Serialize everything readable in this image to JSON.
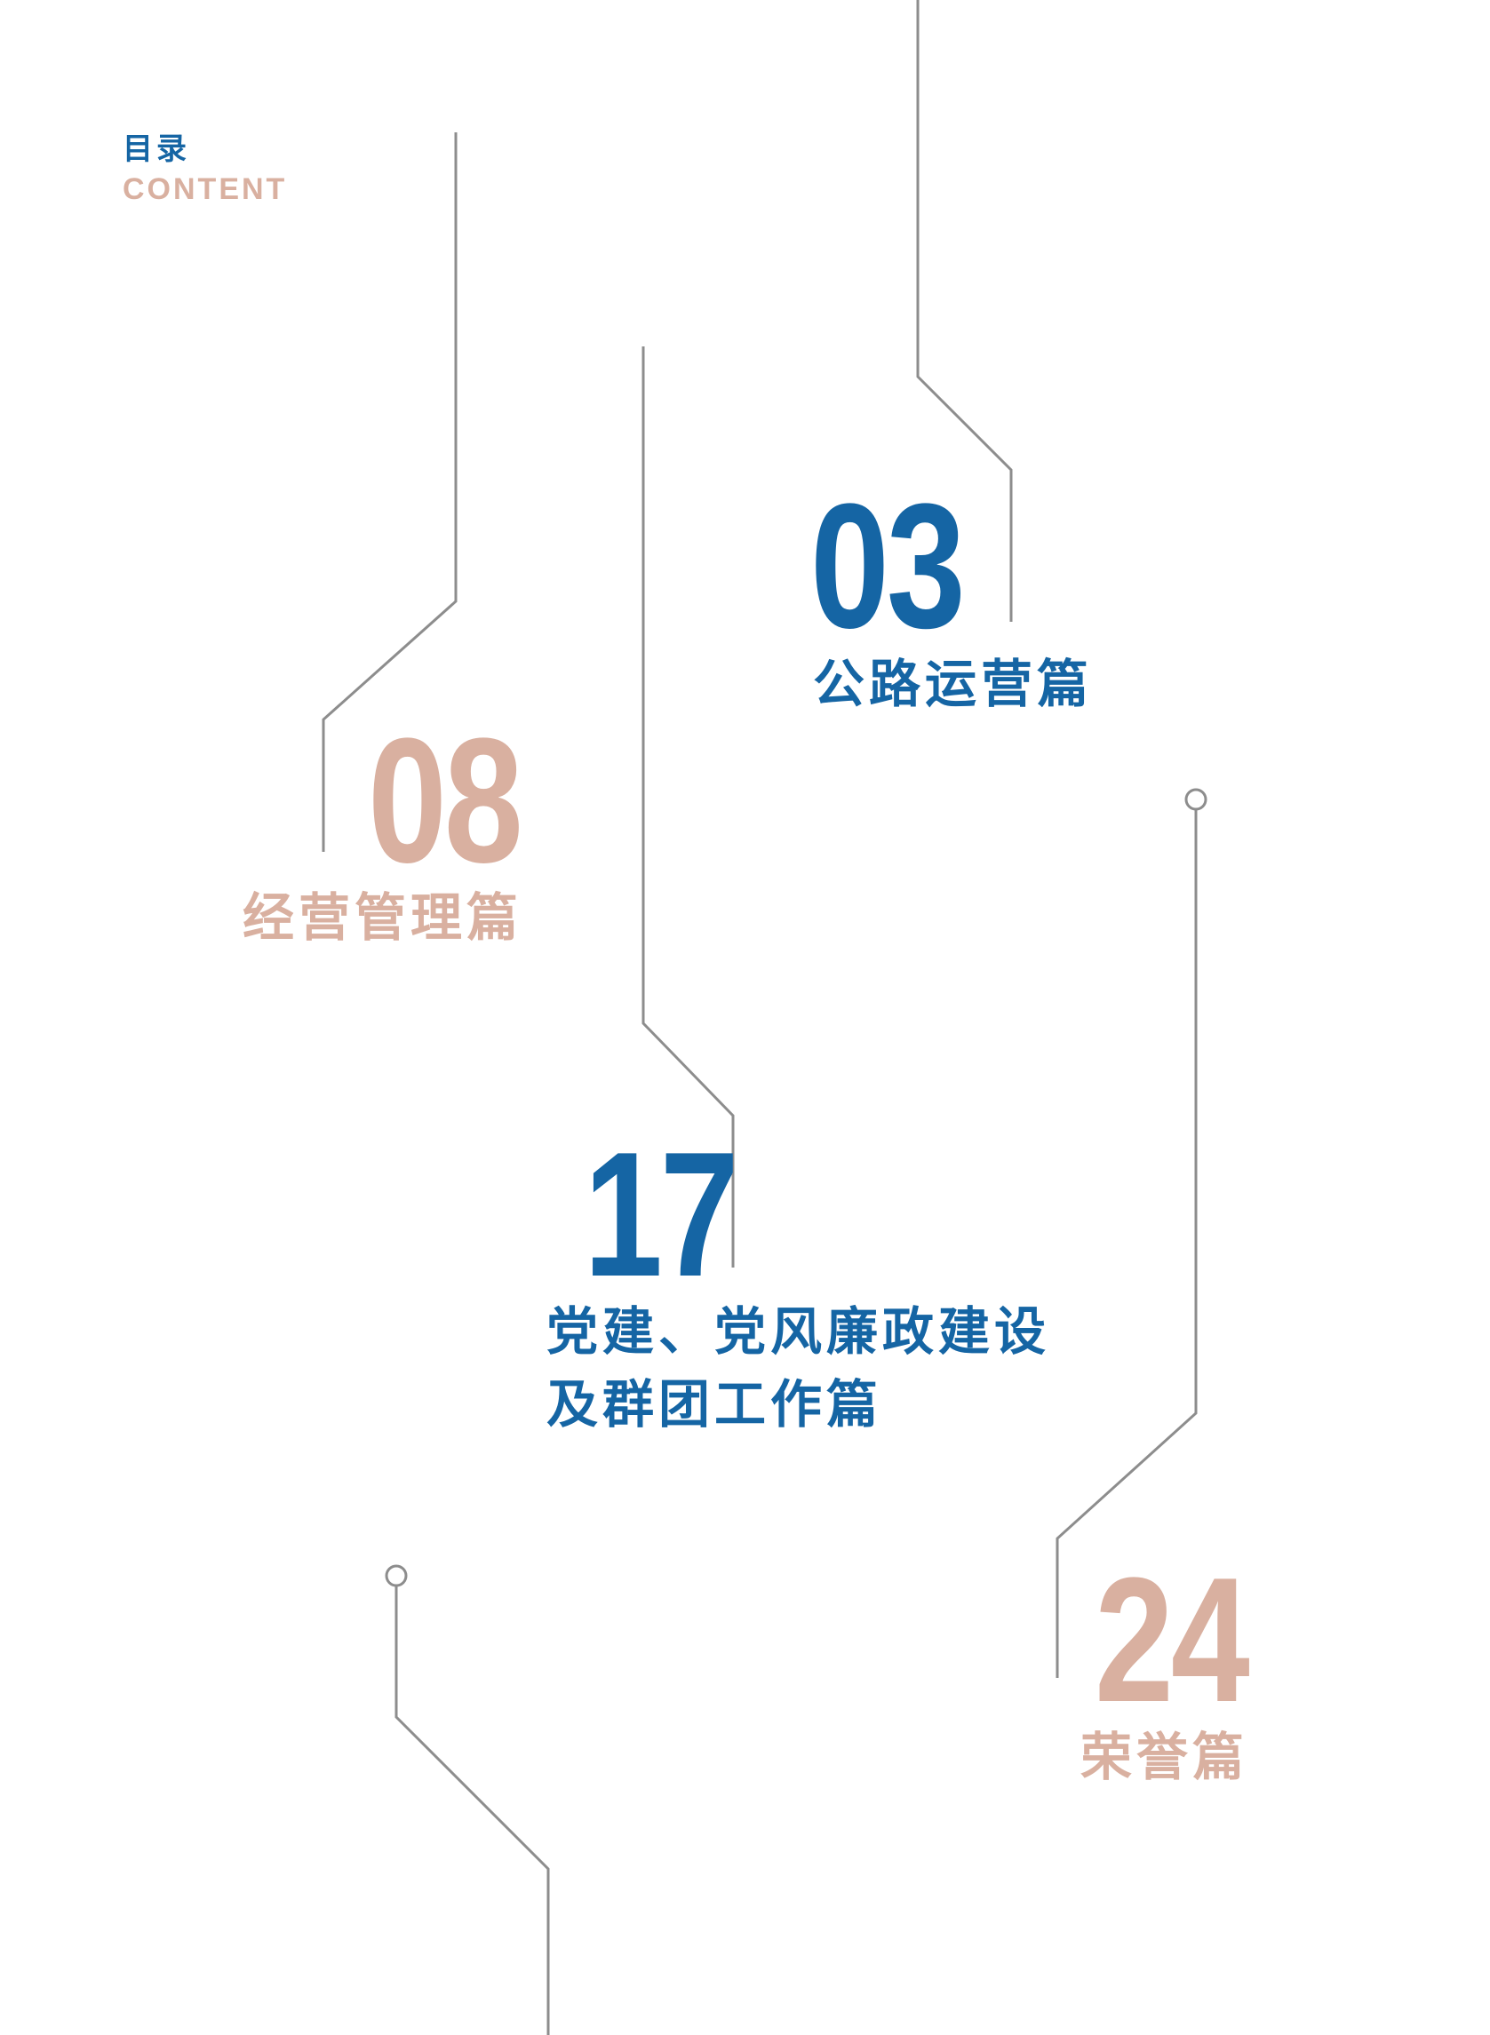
{
  "header": {
    "title_cn": "目录",
    "title_en": "CONTENT"
  },
  "colors": {
    "blue": "#1565a4",
    "tan": "#d9b0a0",
    "line_gray": "#8d8d8d"
  },
  "entries": [
    {
      "number": "03",
      "title": "公路运营篇",
      "color": "blue"
    },
    {
      "number": "08",
      "title": "经营管理篇",
      "color": "tan"
    },
    {
      "number": "17",
      "title": "党建、党风廉政建设\n及群团工作篇",
      "color": "blue"
    },
    {
      "number": "24",
      "title": "荣誉篇",
      "color": "tan"
    }
  ]
}
